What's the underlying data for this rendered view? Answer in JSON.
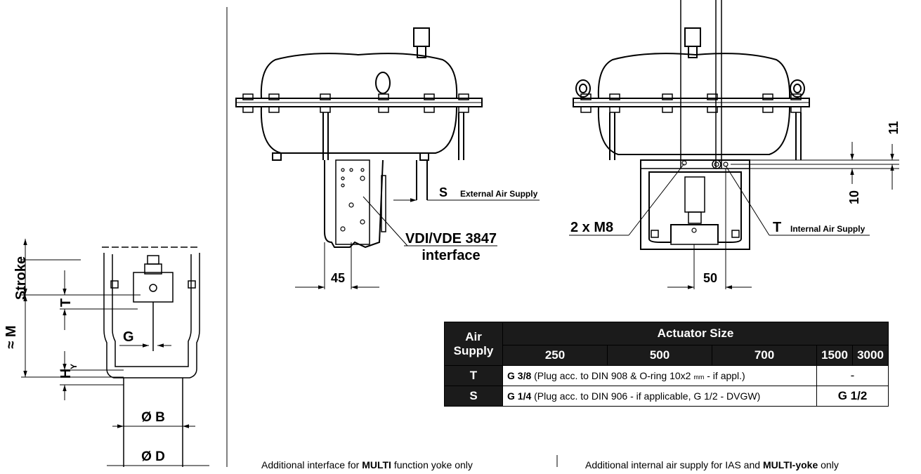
{
  "left_view": {
    "labels": {
      "stroke": "Stroke",
      "t": "T",
      "m": "≈ M",
      "g": "G",
      "hy_main": "H",
      "hy_sub": "Y",
      "b": "Ø B",
      "d": "Ø D"
    }
  },
  "middle_view": {
    "labels": {
      "s": "S",
      "s_desc": "External Air Supply",
      "vdi_line1": "VDI/VDE 3847",
      "vdi_line2": "interface",
      "dim_45": "45"
    }
  },
  "right_view": {
    "labels": {
      "m8": "2 x M8",
      "t": "T",
      "t_desc": "Internal Air Supply",
      "dim_50": "50",
      "dim_10": "10",
      "dim_11": "11"
    }
  },
  "table": {
    "air_supply_line1": "Air",
    "air_supply_line2": "Supply",
    "actuator_size": "Actuator Size",
    "sizes": [
      "250",
      "500",
      "700",
      "1500",
      "3000"
    ],
    "rows": [
      {
        "label": "T",
        "code": "G 3/8",
        "text_a": " (Plug acc. to DIN 908 & O-ring 10x2 ",
        "unit": "mm",
        "text_b": " - if appl.)",
        "right": "-"
      },
      {
        "label": "S",
        "code": "G 1/4",
        "text_a": " (Plug acc. to DIN 906 - if applicable, G 1/2 - DVGW)",
        "right": "G 1/2"
      }
    ]
  },
  "notes": {
    "left_a": "Additional interface for ",
    "left_b": "MULTI",
    "left_c": " function yoke only",
    "right_a": "Additional internal air supply for IAS and ",
    "right_b": "MULTI-yoke",
    "right_c": " only"
  }
}
